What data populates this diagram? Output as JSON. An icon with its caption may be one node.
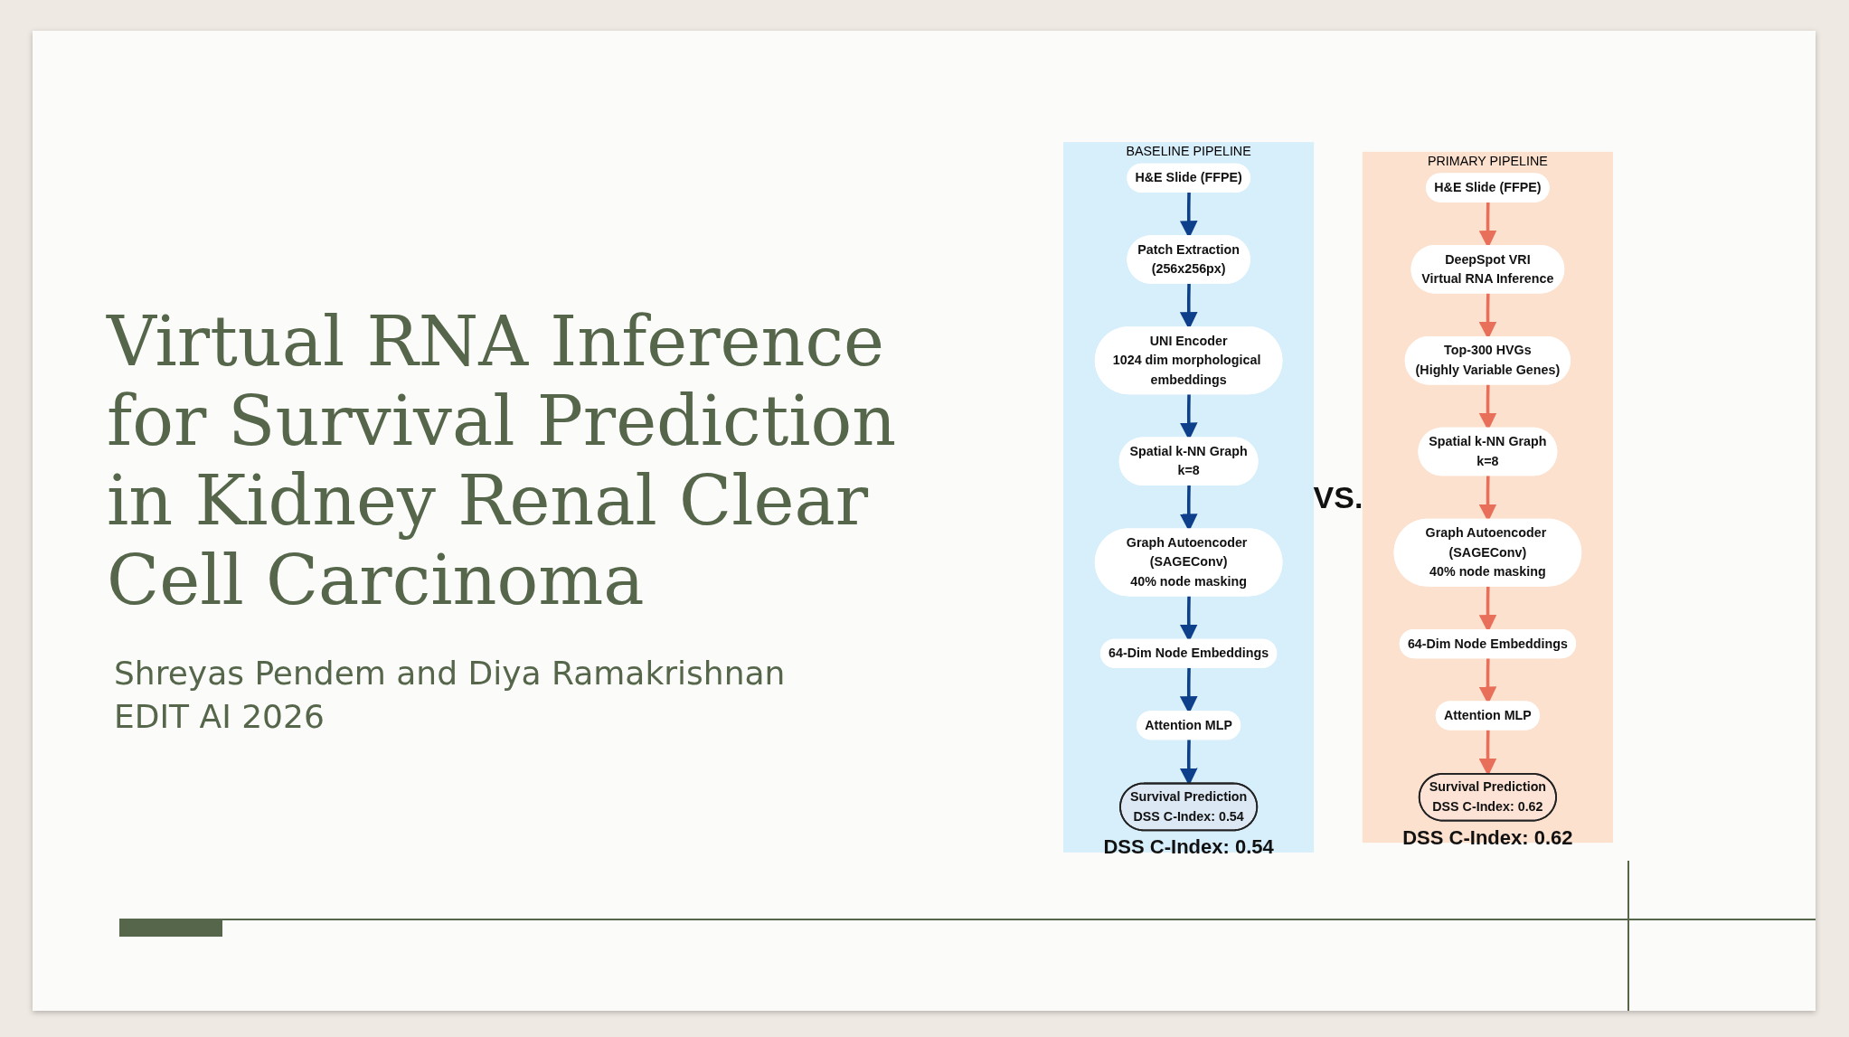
{
  "diagram": {
    "title": "Virtual RNA Inference for Survival Prediction in Kidney Renal Clear Cell Carcinoma",
    "nodes": [
      {
        "text": [
          "BASELINE PIPELINE"
        ]
      },
      {
        "text": [
          "H&E Slide (FFPE)"
        ],
        "in": 0
      },
      {
        "text": [
          "Patch Extraction",
          "(256x256px)"
        ],
        "in": 0
      },
      {
        "text": [
          "UNI Encoder",
          "1024 dim morphological embeddings"
        ],
        "in": 0
      },
      {
        "text": [
          "Spatial k-NN Graph",
          "k=8"
        ],
        "in": 0
      },
      {
        "text": [
          "Graph Autoencoder (SAGEConv)",
          "40% node masking"
        ],
        "in": 0
      },
      {
        "text": [
          "64-Dim Node Embeddings"
        ],
        "in": 0
      },
      {
        "text": [
          "Attention MLP"
        ],
        "in": 0
      },
      {
        "text": [
          "Survival Prediction",
          "DSS C-Index: 0.54"
        ],
        "in": 0,
        "beside": [
          "DSS C-Index: 0.54"
        ]
      },
      {
        "text": [
          "PRIMARY PIPELINE"
        ]
      },
      {
        "text": [
          "H&E Slide (FFPE)"
        ],
        "in": 9
      },
      {
        "text": [
          "DeepSpot VRI",
          "Virtual RNA Inference"
        ],
        "in": 9
      },
      {
        "text": [
          "Top-300 HVGs",
          "(Highly Variable Genes)"
        ],
        "in": 9
      },
      {
        "text": [
          "Spatial k-NN Graph",
          "k=8"
        ],
        "in": 9
      },
      {
        "text": [
          "Graph Autoencoder (SAGEConv)",
          "40% node masking"
        ],
        "in": 9
      },
      {
        "text": [
          "64-Dim Node Embeddings"
        ],
        "in": 9
      },
      {
        "text": [
          "Attention MLP"
        ],
        "in": 9
      },
      {
        "text": [
          "Survival Prediction",
          "DSS C-Index: 0.62"
        ],
        "in": 9,
        "beside": [
          "DSS C-Index: 0.62"
        ]
      }
    ],
    "edges": [
      {
        "from": 1,
        "to": 2,
        "arrow": "to",
        "color": "#0d3f8a"
      },
      {
        "from": 2,
        "to": 3,
        "arrow": "to",
        "color": "#0d3f8a"
      },
      {
        "from": 3,
        "to": 4,
        "arrow": "to",
        "color": "#0d3f8a"
      },
      {
        "from": 4,
        "to": 5,
        "arrow": "to",
        "color": "#0d3f8a"
      },
      {
        "from": 5,
        "to": 6,
        "arrow": "to",
        "color": "#0d3f8a"
      },
      {
        "from": 6,
        "to": 7,
        "arrow": "to",
        "color": "#0d3f8a"
      },
      {
        "from": 7,
        "to": 8,
        "arrow": "to",
        "color": "#0d3f8a"
      },
      {
        "from": 10,
        "to": 11,
        "arrow": "to",
        "color": "#e8705a"
      },
      {
        "from": 11,
        "to": 12,
        "arrow": "to",
        "color": "#e8705a"
      },
      {
        "from": 12,
        "to": 13,
        "arrow": "to",
        "color": "#e8705a"
      },
      {
        "from": 13,
        "to": 14,
        "arrow": "to",
        "color": "#e8705a"
      },
      {
        "from": 14,
        "to": 15,
        "arrow": "to",
        "color": "#e8705a"
      },
      {
        "from": 15,
        "to": 16,
        "arrow": "to",
        "color": "#e8705a"
      },
      {
        "from": 16,
        "to": 17,
        "arrow": "to",
        "color": "#e8705a"
      }
    ],
    "labels": [
      "Shreyas Pendem and Diya Ramakrishnan",
      "EDIT AI 2026",
      "VS."
    ]
  }
}
